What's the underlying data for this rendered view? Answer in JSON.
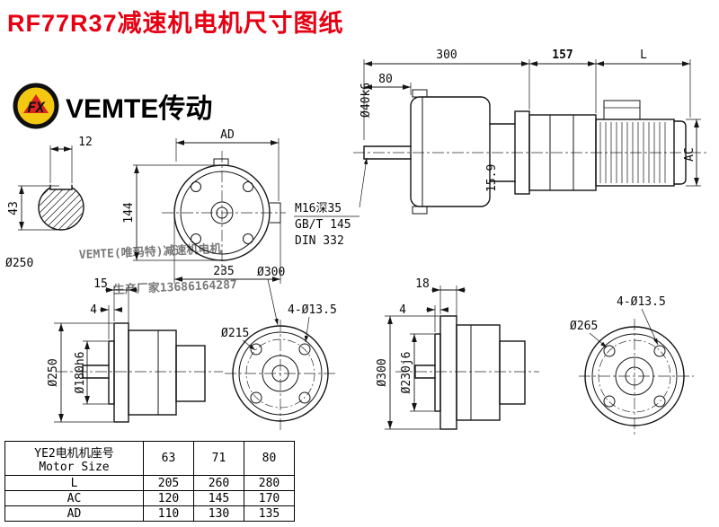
{
  "title": "RF77R37减速机电机尺寸图纸",
  "logo": {
    "mark": "FX",
    "brand": "VEMTE传动"
  },
  "watermark": {
    "line1": "VEMTE(唯玛特)减速机电机",
    "line2": "生产厂家13686164287"
  },
  "colors": {
    "title_red": "#e60012",
    "watermark_red": "#e0514a",
    "line_black": "#141414",
    "logo_yellow": "#f3c812",
    "logo_red": "#d8231f"
  },
  "views": {
    "main": {
      "d300": "300",
      "d157": "157",
      "dL": "L",
      "d80": "80",
      "shaft_dia": "Ø40k6",
      "dAC": "AC",
      "d159": "15.9",
      "note_tap": "M16深35",
      "note_gb": "GB/T 145",
      "note_din": "DIN 332"
    },
    "shaft_end": {
      "d12": "12",
      "d43": "43"
    },
    "front": {
      "dAD": "AD",
      "d144": "144",
      "d235": "235",
      "od": "Ø250"
    },
    "bottom_left_side": {
      "d15": "15",
      "d4": "4",
      "od": "Ø250",
      "spigot": "Ø180h6"
    },
    "bottom_left_front": {
      "od": "Ø300",
      "holes": "4-Ø13.5",
      "bolt_circle": "Ø215"
    },
    "bottom_mid_side": {
      "d18": "18",
      "d4": "4",
      "od": "Ø300",
      "spigot": "Ø230j6"
    },
    "bottom_right_front": {
      "holes": "4-Ø13.5",
      "bolt_circle": "Ø265"
    }
  },
  "table": {
    "header_label_line1": "YE2电机机座号",
    "header_label_line2": "Motor Size",
    "sizes": [
      "63",
      "71",
      "80"
    ],
    "rows": [
      {
        "label": "L",
        "values": [
          "205",
          "260",
          "280"
        ]
      },
      {
        "label": "AC",
        "values": [
          "120",
          "145",
          "170"
        ]
      },
      {
        "label": "AD",
        "values": [
          "110",
          "130",
          "135"
        ]
      }
    ]
  }
}
